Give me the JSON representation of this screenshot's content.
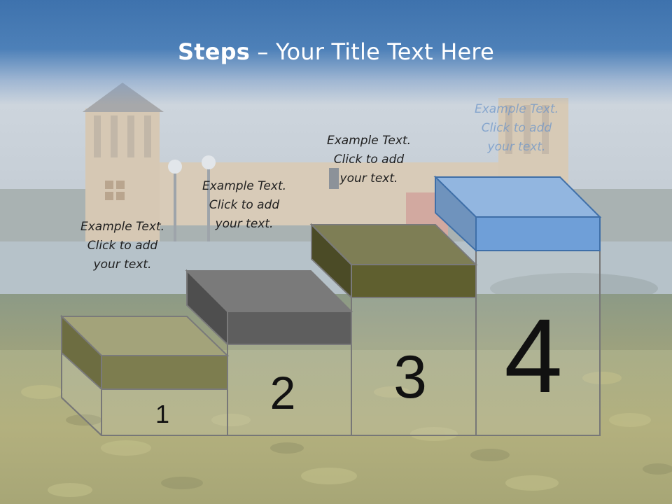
{
  "title": {
    "bold": "Steps",
    "rest": " – Your Title Text Here"
  },
  "steps": [
    {
      "number": "1",
      "text_lines": [
        "Example Text.",
        "Click  to add",
        "your text."
      ],
      "color": "#7d7d4f"
    },
    {
      "number": "2",
      "text_lines": [
        "Example Text.",
        "Click  to add",
        "your text."
      ],
      "color": "#5e5e5e"
    },
    {
      "number": "3",
      "text_lines": [
        "Example Text.",
        "Click  to add",
        "your text."
      ],
      "color": "#5f5f2f"
    },
    {
      "number": "4",
      "text_lines": [
        "Example Text.",
        "Click  to add",
        "your text."
      ],
      "color": "#6f9fd8"
    }
  ],
  "colors": {
    "title_band": "#3e72ad",
    "title_text": "#ffffff"
  }
}
